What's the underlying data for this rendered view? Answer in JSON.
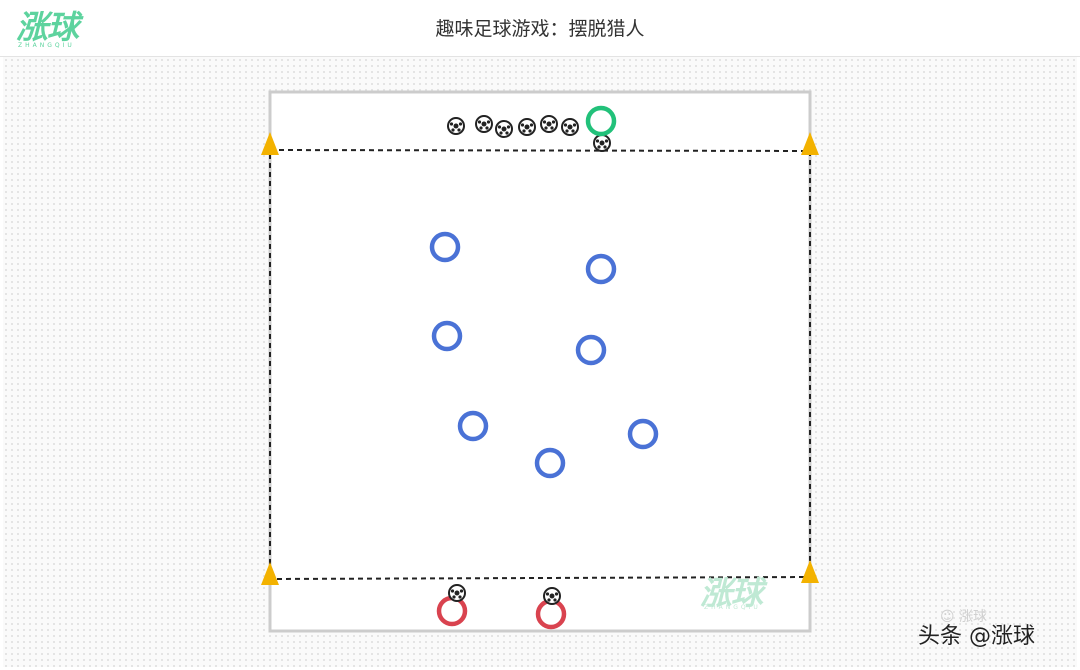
{
  "header": {
    "logo_text": "涨球",
    "title": "趣味足球游戏：摆脱猎人"
  },
  "field": {
    "watermark_text": "涨球",
    "cone_color": "#f3b200",
    "hunter_color": "#22c17a",
    "player_color": "#4a72d6",
    "red_color": "#d9434f",
    "line_color": "#222222"
  },
  "footer": {
    "credit": "头条 @涨球"
  }
}
